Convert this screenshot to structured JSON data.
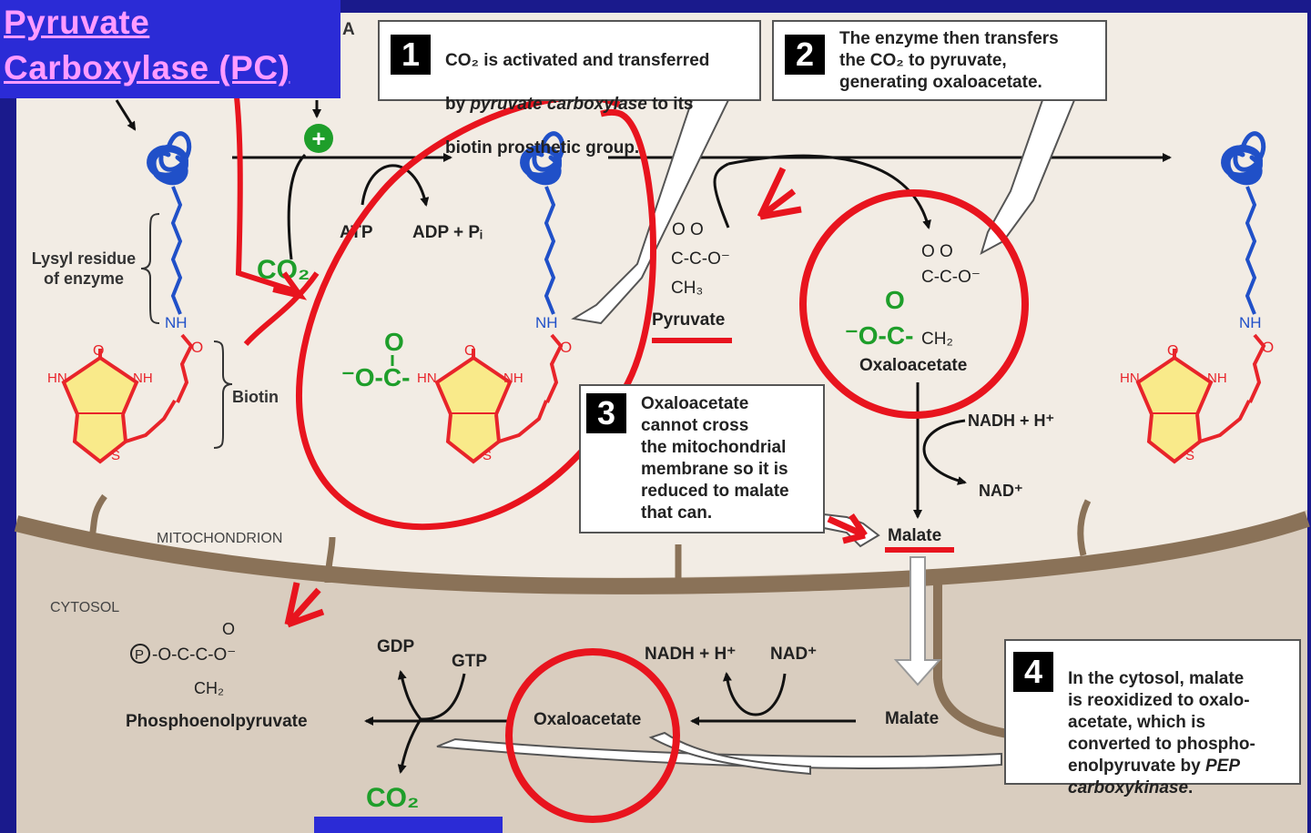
{
  "title": {
    "line1": "Pyruvate",
    "line2": "Carboxylase (PC)"
  },
  "partial_label": "A",
  "steps": [
    {
      "number": "1",
      "text_a": "CO₂ is activated and transferred",
      "text_b": "by ",
      "text_b_italic": "pyruvate carboxylase",
      "text_b_tail": " to its",
      "text_c": "biotin prosthetic group."
    },
    {
      "number": "2",
      "text": "The enzyme then transfers\nthe CO₂ to pyruvate,\ngenerating oxaloacetate."
    },
    {
      "number": "3",
      "text": "Oxaloacetate\ncannot  cross\nthe mitochondrial\nmembrane so it is\nreduced to malate\nthat can."
    },
    {
      "number": "4",
      "text": "In the cytosol, malate\nis reoxidized to oxalo-\nacetate, which is\nconverted to phospho-\nenolpyruvate by ",
      "italic": "PEP\ncarboxykinase",
      "tail": "."
    }
  ],
  "labels": {
    "lysyl": "Lysyl residue\nof enzyme",
    "biotin": "Biotin",
    "atp": "ATP",
    "adp": "ADP + Pᵢ",
    "co2_top": "CO₂",
    "pyruvate": "Pyruvate",
    "oxaloacetate_mito": "Oxaloacetate",
    "nadh_mito": "NADH + H⁺",
    "nad_mito": "NAD⁺",
    "malate_mito": "Malate",
    "mitochondrion": "MITOCHONDRION",
    "cytosol": "CYTOSOL",
    "malate_cyto": "Malate",
    "oxaloacetate_cyto": "Oxaloacetate",
    "nadh_cyto": "NADH + H⁺",
    "nad_cyto": "NAD⁺",
    "gdp": "GDP",
    "gtp": "GTP",
    "co2_bottom": "CO₂",
    "pep": "Phosphoenolpyruvate",
    "nh": "NH",
    "plus": "+"
  },
  "colors": {
    "background": "#1a1a8c",
    "mito_matrix": "#f2ece4",
    "membrane": "#8a7258",
    "cytosol": "#d9cdbf",
    "annotation_red": "#e8141e",
    "biotin_red": "#e8242a",
    "biotin_fill": "#f9ea8a",
    "enzyme_blue": "#2050c8",
    "carboxyl_green": "#1e9e2a",
    "title_box": "#2b2bd6",
    "title_text": "#ff9bff"
  }
}
